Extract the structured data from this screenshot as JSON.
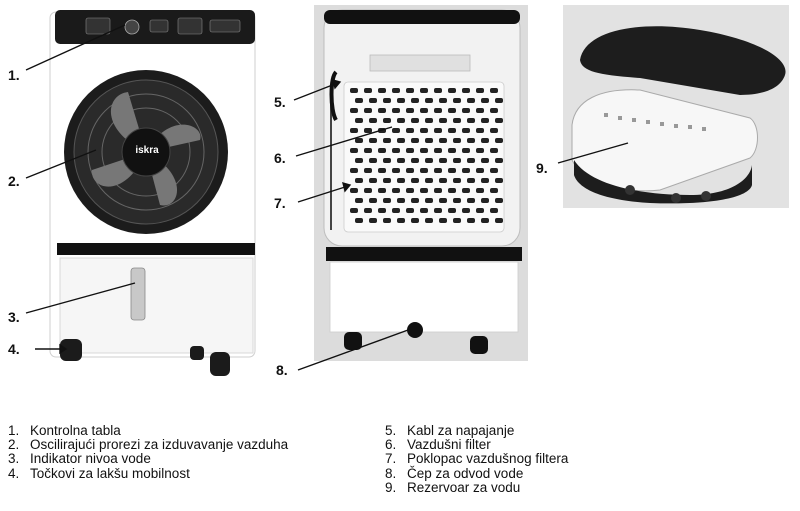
{
  "callouts": {
    "c1": "1.",
    "c2": "2.",
    "c3": "3.",
    "c4": "4.",
    "c5": "5.",
    "c6": "6.",
    "c7": "7.",
    "c8": "8.",
    "c9": "9."
  },
  "brand_logo": "iskra",
  "legend_left": [
    {
      "num": "1.",
      "text": "Kontrolna tabla"
    },
    {
      "num": "2.",
      "text": "Oscilirajući prorezi za izduvavanje vazduha"
    },
    {
      "num": "3.",
      "text": "Indikator nivoa vode"
    },
    {
      "num": "4.",
      "text": "Točkovi za lakšu mobilnost"
    }
  ],
  "legend_right": [
    {
      "num": "5.",
      "text": "Kabl za napajanje"
    },
    {
      "num": "6.",
      "text": "Vazdušni filter"
    },
    {
      "num": "7.",
      "text": "Poklopac vazdušnog filtera"
    },
    {
      "num": "8.",
      "text": "Čep za odvod vode"
    },
    {
      "num": "9.",
      "text": "Rezervoar za vodu"
    }
  ]
}
